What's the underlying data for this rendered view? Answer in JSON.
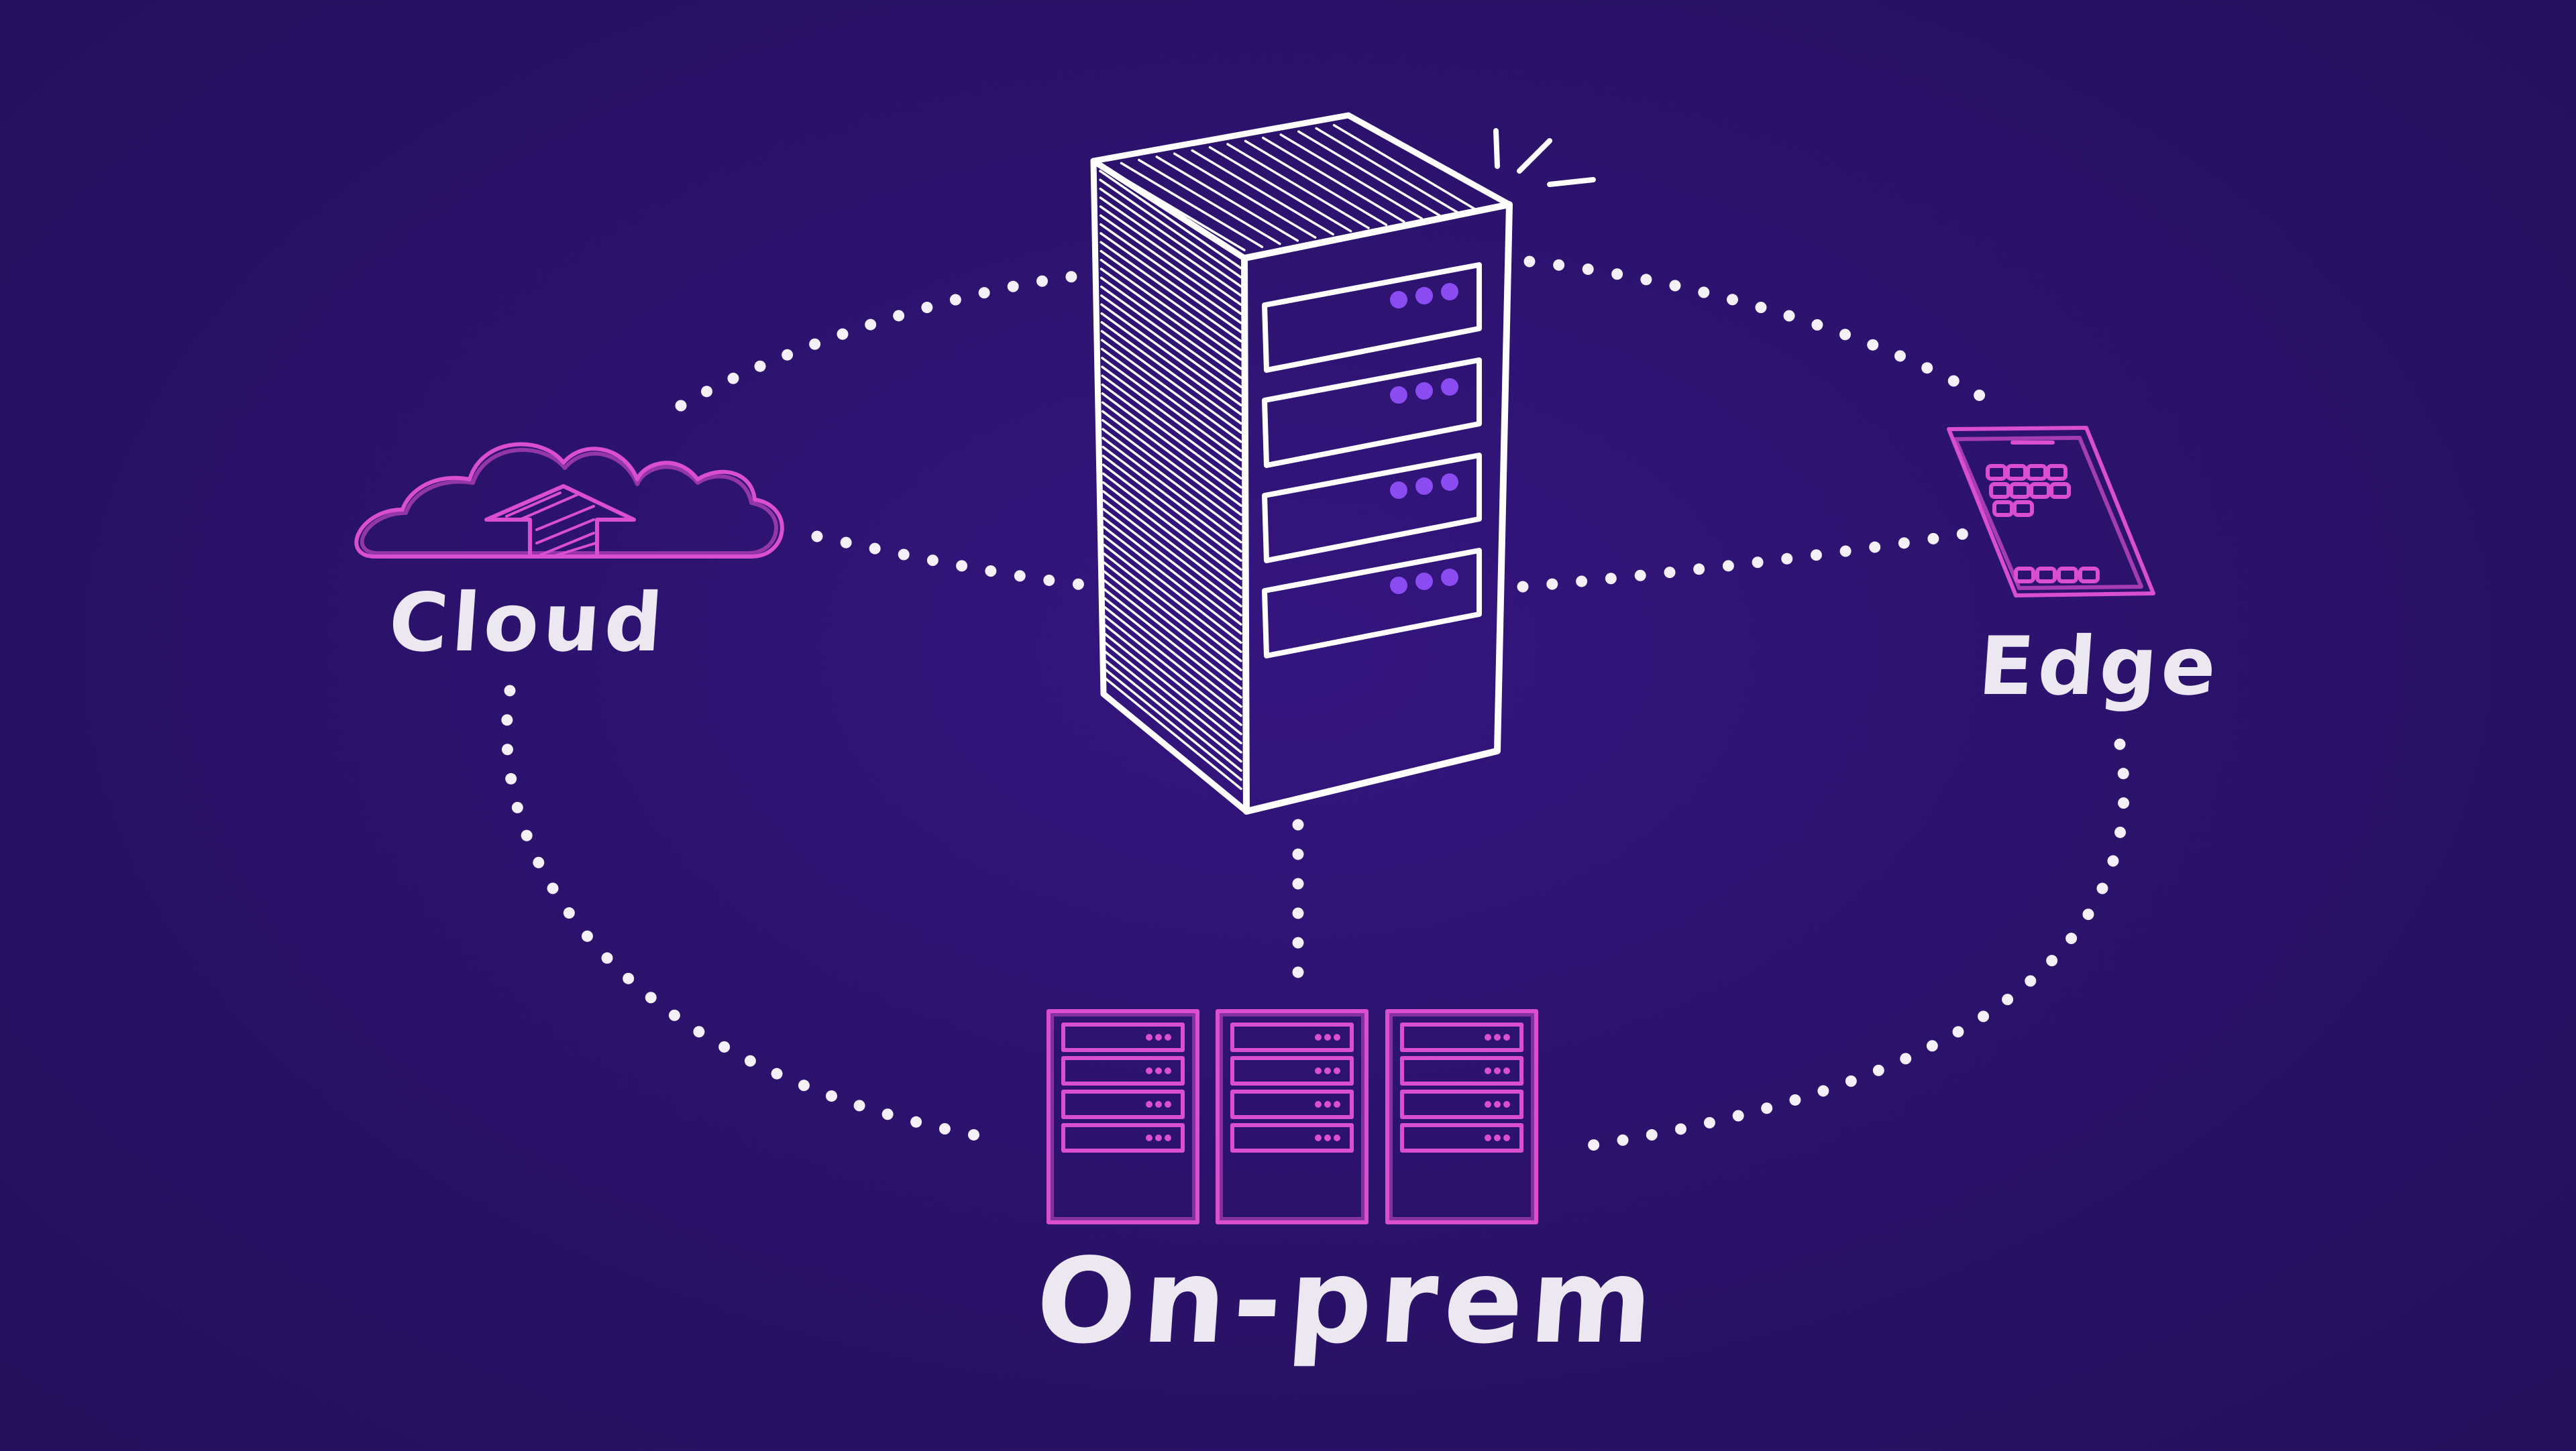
{
  "diagram": {
    "center": {
      "name": "server-tower"
    },
    "nodes": [
      {
        "id": "cloud",
        "label": "Cloud"
      },
      {
        "id": "edge",
        "label": "Edge"
      },
      {
        "id": "onprem",
        "label": "On-prem"
      }
    ]
  },
  "colors": {
    "background": "#2a1269",
    "line": "#f3f0f7",
    "accent": "#d94fd0",
    "led": "#8a4cf0"
  }
}
